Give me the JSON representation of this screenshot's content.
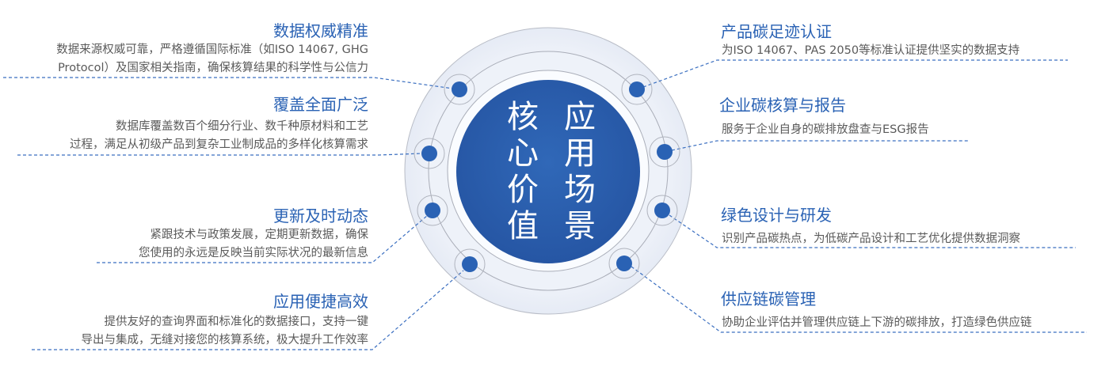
{
  "center": {
    "left_label": "核心价值",
    "right_label": "应用场景"
  },
  "core_values": [
    {
      "title": "数据权威精准",
      "lines": [
        "数据来源权威可靠，严格遵循国际标准（如ISO 14067, GHG",
        "Protocol）及国家相关指南，确保核算结果的科学性与公信力"
      ]
    },
    {
      "title": "覆盖全面广泛",
      "lines": [
        "数据库覆盖数百个细分行业、数千种原材料和工艺",
        "过程，满足从初级产品到复杂工业制成品的多样化核算需求"
      ]
    },
    {
      "title": "更新及时动态",
      "lines": [
        "紧跟技术与政策发展，定期更新数据，确保",
        "您使用的永远是反映当前实际状况的最新信息"
      ]
    },
    {
      "title": "应用便捷高效",
      "lines": [
        "提供友好的查询界面和标准化的数据接口，支持一键",
        "导出与集成，无缝对接您的核算系统，极大提升工作效率"
      ]
    }
  ],
  "scenarios": [
    {
      "title": "产品碳足迹认证",
      "lines": [
        "为ISO 14067、PAS 2050等标准认证提供坚实的数据支持"
      ]
    },
    {
      "title": "企业碳核算与报告",
      "lines": [
        "服务于企业自身的碳排放盘查与ESG报告"
      ]
    },
    {
      "title": "绿色设计与研发",
      "lines": [
        "识别产品碳热点，为低碳产品设计和工艺优化提供数据洞察"
      ]
    },
    {
      "title": "供应链碳管理",
      "lines": [
        "协助企业评估并管理供应链上下游的碳排放，打造绿色供应链"
      ]
    }
  ],
  "colors": {
    "accent": "#2a62b4",
    "text": "#5a5a5a",
    "disk": "#2c5fae"
  }
}
